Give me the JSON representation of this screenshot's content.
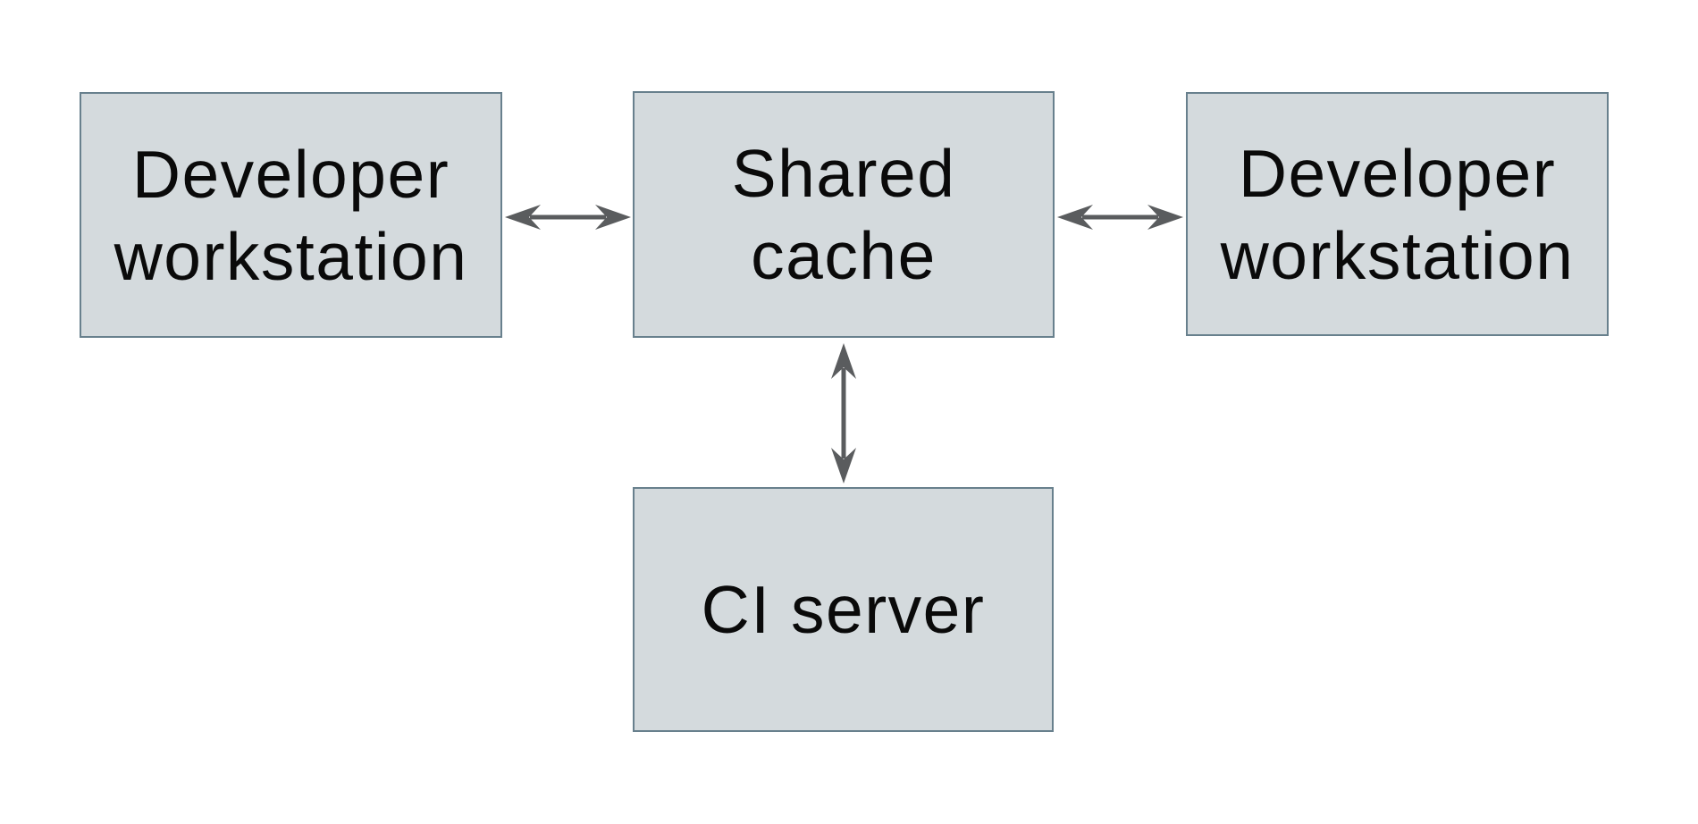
{
  "diagram": {
    "type": "architecture-diagram",
    "nodes": {
      "dev_left": {
        "id": "developer-workstation-left",
        "label_lines": [
          "Developer",
          "workstation"
        ]
      },
      "shared_cache": {
        "id": "shared-cache",
        "label_lines": [
          "Shared",
          "cache"
        ]
      },
      "dev_right": {
        "id": "developer-workstation-right",
        "label_lines": [
          "Developer",
          "workstation"
        ]
      },
      "ci_server": {
        "id": "ci-server",
        "label_lines": [
          "CI server"
        ]
      }
    },
    "edges": [
      {
        "from": "developer-workstation-left",
        "to": "shared-cache",
        "direction": "bidirectional"
      },
      {
        "from": "shared-cache",
        "to": "developer-workstation-right",
        "direction": "bidirectional"
      },
      {
        "from": "shared-cache",
        "to": "ci-server",
        "direction": "bidirectional"
      }
    ]
  },
  "colors": {
    "background": "#ffffff",
    "node_fill": "#d4dadd",
    "node_border": "#68808d",
    "arrow": "#5a5c5e",
    "text": "#0a0a0a"
  }
}
